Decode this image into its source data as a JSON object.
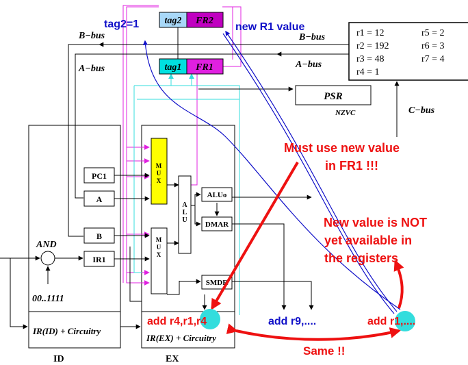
{
  "registers": {
    "tag2": "tag2",
    "fr2": "FR2",
    "tag1": "tag1",
    "fr1": "FR1",
    "psr": "PSR",
    "nzvc": "NZVC",
    "pc1": "PC1",
    "a": "A",
    "b": "B",
    "ir1": "IR1",
    "aluo": "ALUo",
    "dmar": "DMAR",
    "smdr": "SMDR"
  },
  "file": {
    "col1": [
      "r1 = 12",
      "r2 = 192",
      "r3 = 48",
      "r4 = 1"
    ],
    "col2": [
      "r5 = 2",
      "r6 = 3",
      "r7 = 4"
    ]
  },
  "buses": {
    "b_bus_left": "B−bus",
    "a_bus_left": "A−bus",
    "b_bus_right": "B−bus",
    "a_bus_right": "A−bus",
    "c_bus": "C−bus"
  },
  "units": {
    "mux1": [
      "M",
      "U",
      "X"
    ],
    "mux2": [
      "M",
      "U",
      "X"
    ],
    "alu": [
      "A",
      "L",
      "U"
    ],
    "and_label": "AND",
    "and_input": "00..1111"
  },
  "stages": {
    "ir_id": "IR(ID) + Circuitry",
    "ir_ex": "IR(EX) + Circuitry",
    "id": "ID",
    "ex": "EX"
  },
  "annotations": {
    "tag2_eq": "tag2=1",
    "new_r1": "new R1 value",
    "must_use_1": "Must use new value",
    "must_use_2": "in FR1 !!!",
    "not_avail_1": "New value is NOT",
    "not_avail_2": "yet available in",
    "not_avail_3": "the registers",
    "instr1_a": "add r4,",
    "instr1_b": "r1",
    "instr1_c": ",r4",
    "instr2": "add r9,....",
    "instr3_a": "add r",
    "instr3_b": "1,....",
    "same": "Same !!"
  },
  "colors": {
    "blue": "#1010c8",
    "red": "#ee1111",
    "magenta": "#e020e0",
    "cyan": "#33dddd",
    "yellow": "#ffff00",
    "sky": "#a8d8f8",
    "purple": "#c000c0"
  }
}
